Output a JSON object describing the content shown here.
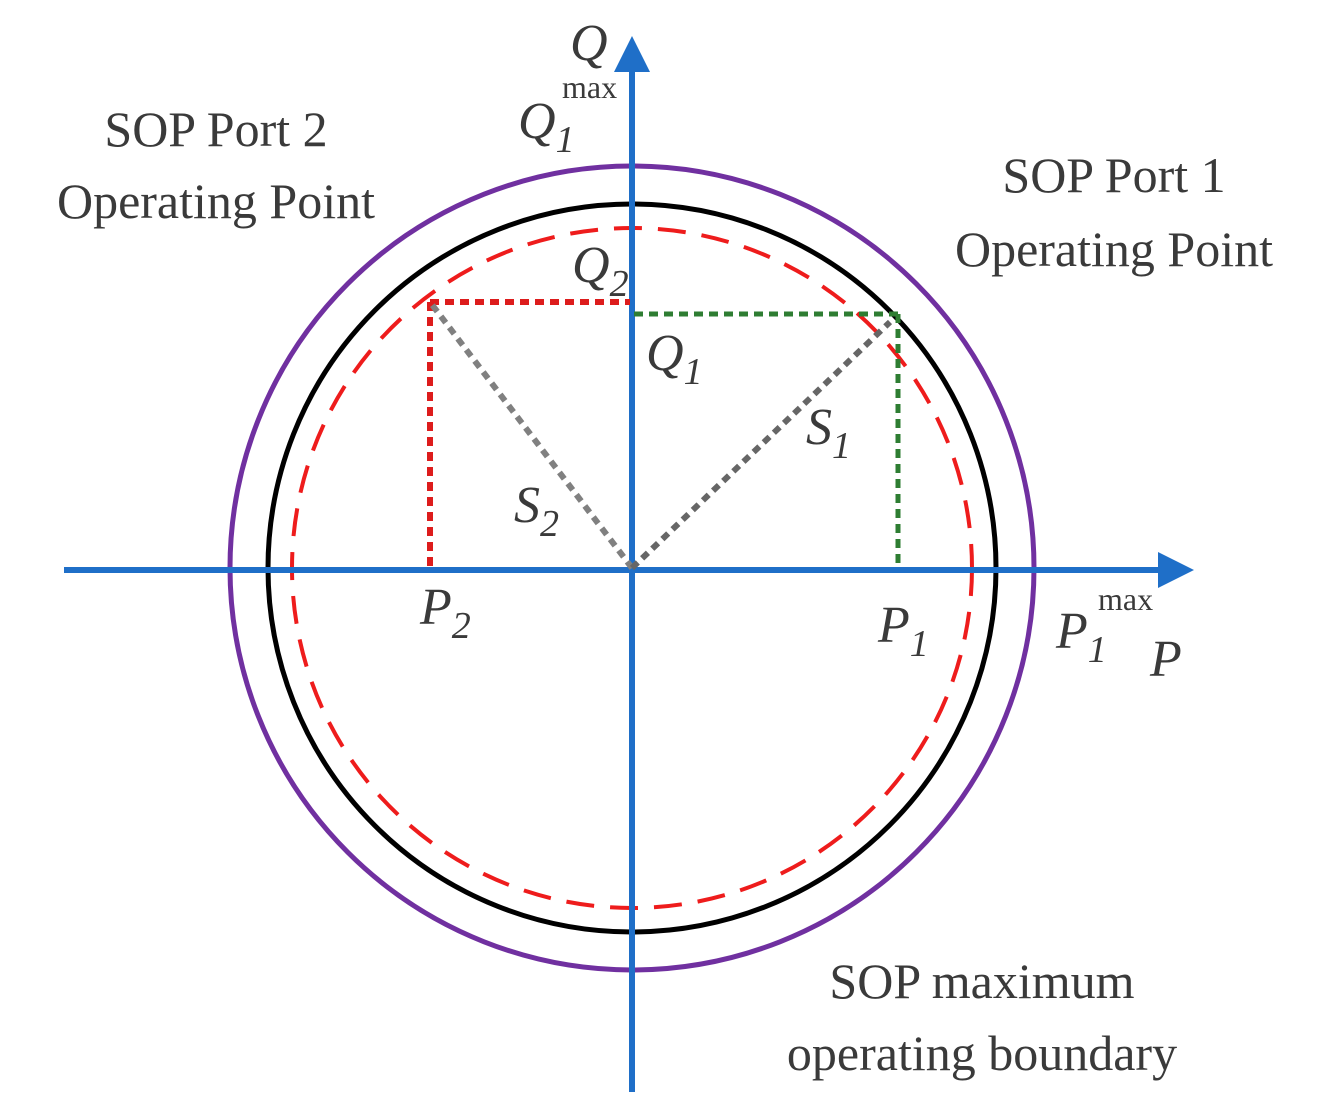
{
  "labels": {
    "port2_line1": "SOP Port 2",
    "port2_line2": "Operating Point",
    "port1_line1": "SOP Port 1",
    "port1_line2": "Operating Point",
    "boundary_line1": "SOP maximum",
    "boundary_line2": "operating boundary"
  },
  "axes": {
    "x_label": "P",
    "y_label": "Q"
  },
  "symbols": {
    "q1max": {
      "base": "Q",
      "sub": "1",
      "sup": "max"
    },
    "p1max": {
      "base": "P",
      "sub": "1",
      "sup": "max"
    },
    "q2": {
      "base": "Q",
      "sub": "2"
    },
    "q1": {
      "base": "Q",
      "sub": "1"
    },
    "s1": {
      "base": "S",
      "sub": "1"
    },
    "s2": {
      "base": "S",
      "sub": "2"
    },
    "p1": {
      "base": "P",
      "sub": "1"
    },
    "p2": {
      "base": "P",
      "sub": "2"
    }
  },
  "colors": {
    "axis": "#1f6fc8",
    "outer_circle": "#7030a0",
    "middle_circle": "#000000",
    "dashed_circle": "#ee1c1c",
    "port1_lines": "#2e7d32",
    "port2_lines": "#dd1c1c",
    "s_vectors": "#808080",
    "text": "#3a3a3a"
  }
}
